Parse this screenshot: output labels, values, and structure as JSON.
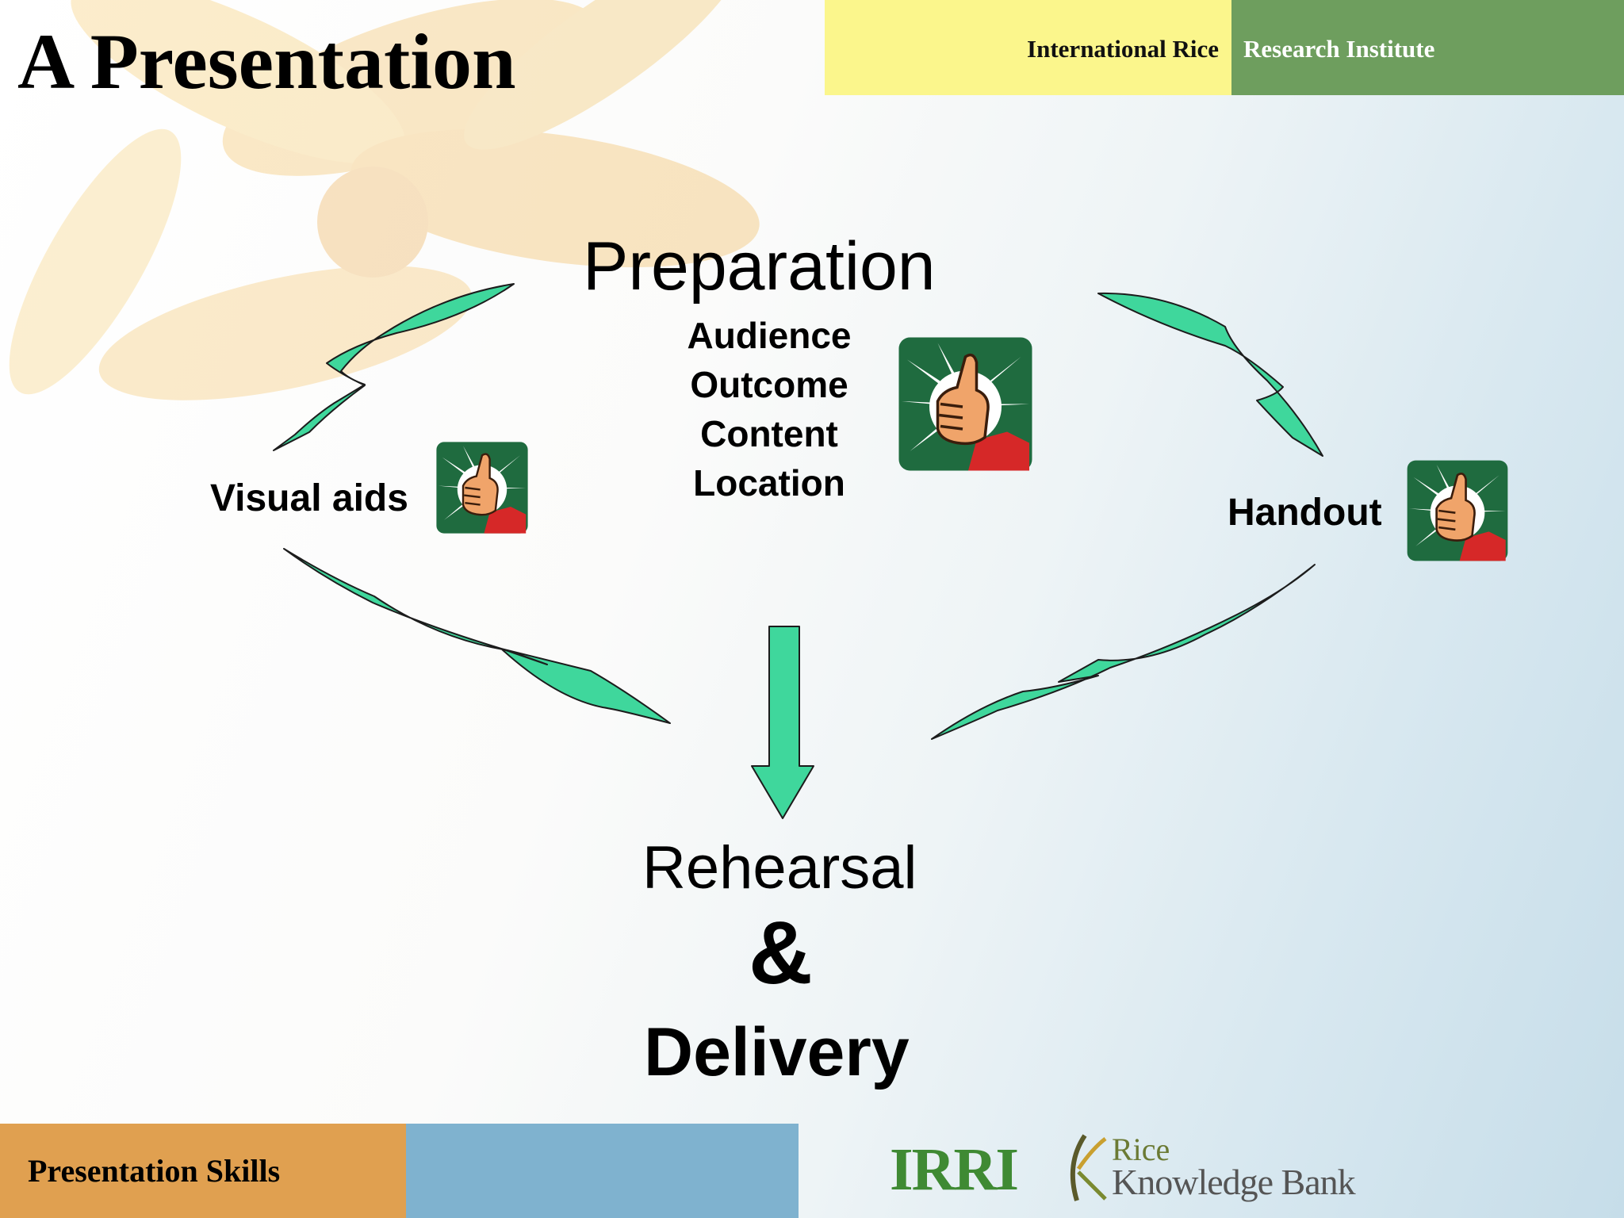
{
  "slide": {
    "title": "A Presentation",
    "header": {
      "left_text": "International Rice",
      "right_text": "Research Institute"
    },
    "diagram": {
      "preparation": "Preparation",
      "preparation_items": [
        "Audience",
        "Outcome",
        "Content",
        "Location"
      ],
      "left_node": "Visual aids",
      "right_node": "Handout",
      "rehearsal": "Rehearsal",
      "ampersand": "&",
      "delivery": "Delivery"
    },
    "footer": {
      "course": "Presentation Skills",
      "logo_irri": "IRRI",
      "logo_rkb_top": "Rice",
      "logo_rkb_bottom": "Knowledge Bank"
    },
    "colors": {
      "arrow": "#3fd79c",
      "header_yellow": "#fbf68c",
      "header_green": "#6e9e5e",
      "footer_orange": "#e0a050",
      "footer_blue": "#7fb2cf",
      "thumb_bg": "#1f6b3f"
    },
    "icons": [
      "thumbs-up-icon",
      "thumbs-up-icon",
      "thumbs-up-icon"
    ]
  }
}
